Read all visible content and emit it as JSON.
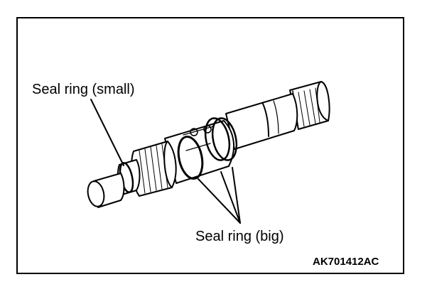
{
  "figure": {
    "labels": {
      "seal_ring_small": "Seal ring (small)",
      "seal_ring_big": "Seal ring (big)"
    },
    "figure_code": "AK701412AC",
    "colors": {
      "line": "#000000",
      "background": "#ffffff"
    }
  }
}
